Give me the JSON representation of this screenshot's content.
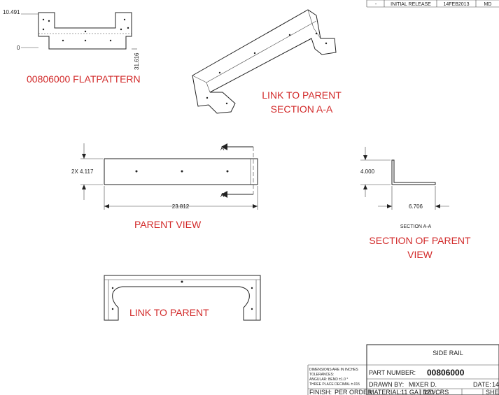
{
  "flat_pattern": {
    "label": "00806000 FLATPATTERN",
    "dim_top": "10.491",
    "dim_zero": "0",
    "dim_right": "31.616"
  },
  "iso_view": {
    "label_line1": "LINK TO PARENT",
    "label_line2": "SECTION A-A"
  },
  "parent_view": {
    "label": "PARENT VIEW",
    "height_dim": "2X 4.117",
    "width_dim": "23.812",
    "section_marker": "A"
  },
  "section_view": {
    "height_dim": "4.000",
    "width_dim": "6.706",
    "caption": "SECTION A-A",
    "label_line1": "SECTION OF PARENT",
    "label_line2": "VIEW"
  },
  "bottom_view": {
    "label": "LINK TO PARENT"
  },
  "revision_block": {
    "rev": "-",
    "description": "INITIAL RELEASE",
    "date": "14FEB2013",
    "by": "MD"
  },
  "title_block": {
    "title": "SIDE RAIL",
    "part_number_label": "PART NUMBER:",
    "part_number": "00806000",
    "drawn_by_label": "DRAWN BY:",
    "drawn_by": "MIXER D.",
    "date_label": "DATE:",
    "date_partial": "14",
    "finish_label": "FINISH:",
    "finish": "PER ORDER",
    "material_label": "MATERIAL:",
    "material": "11 GA | 120 CRS",
    "rev_label": "REV:",
    "rev": "-",
    "sheet_label": "SHEET",
    "tolerance_lines": [
      "DIMENSIONS ARE IN INCHES",
      "TOLERANCES:",
      "ANGULAR: BEND ±1.0 °",
      "THREE PLACE DECIMAL ±.015"
    ]
  }
}
